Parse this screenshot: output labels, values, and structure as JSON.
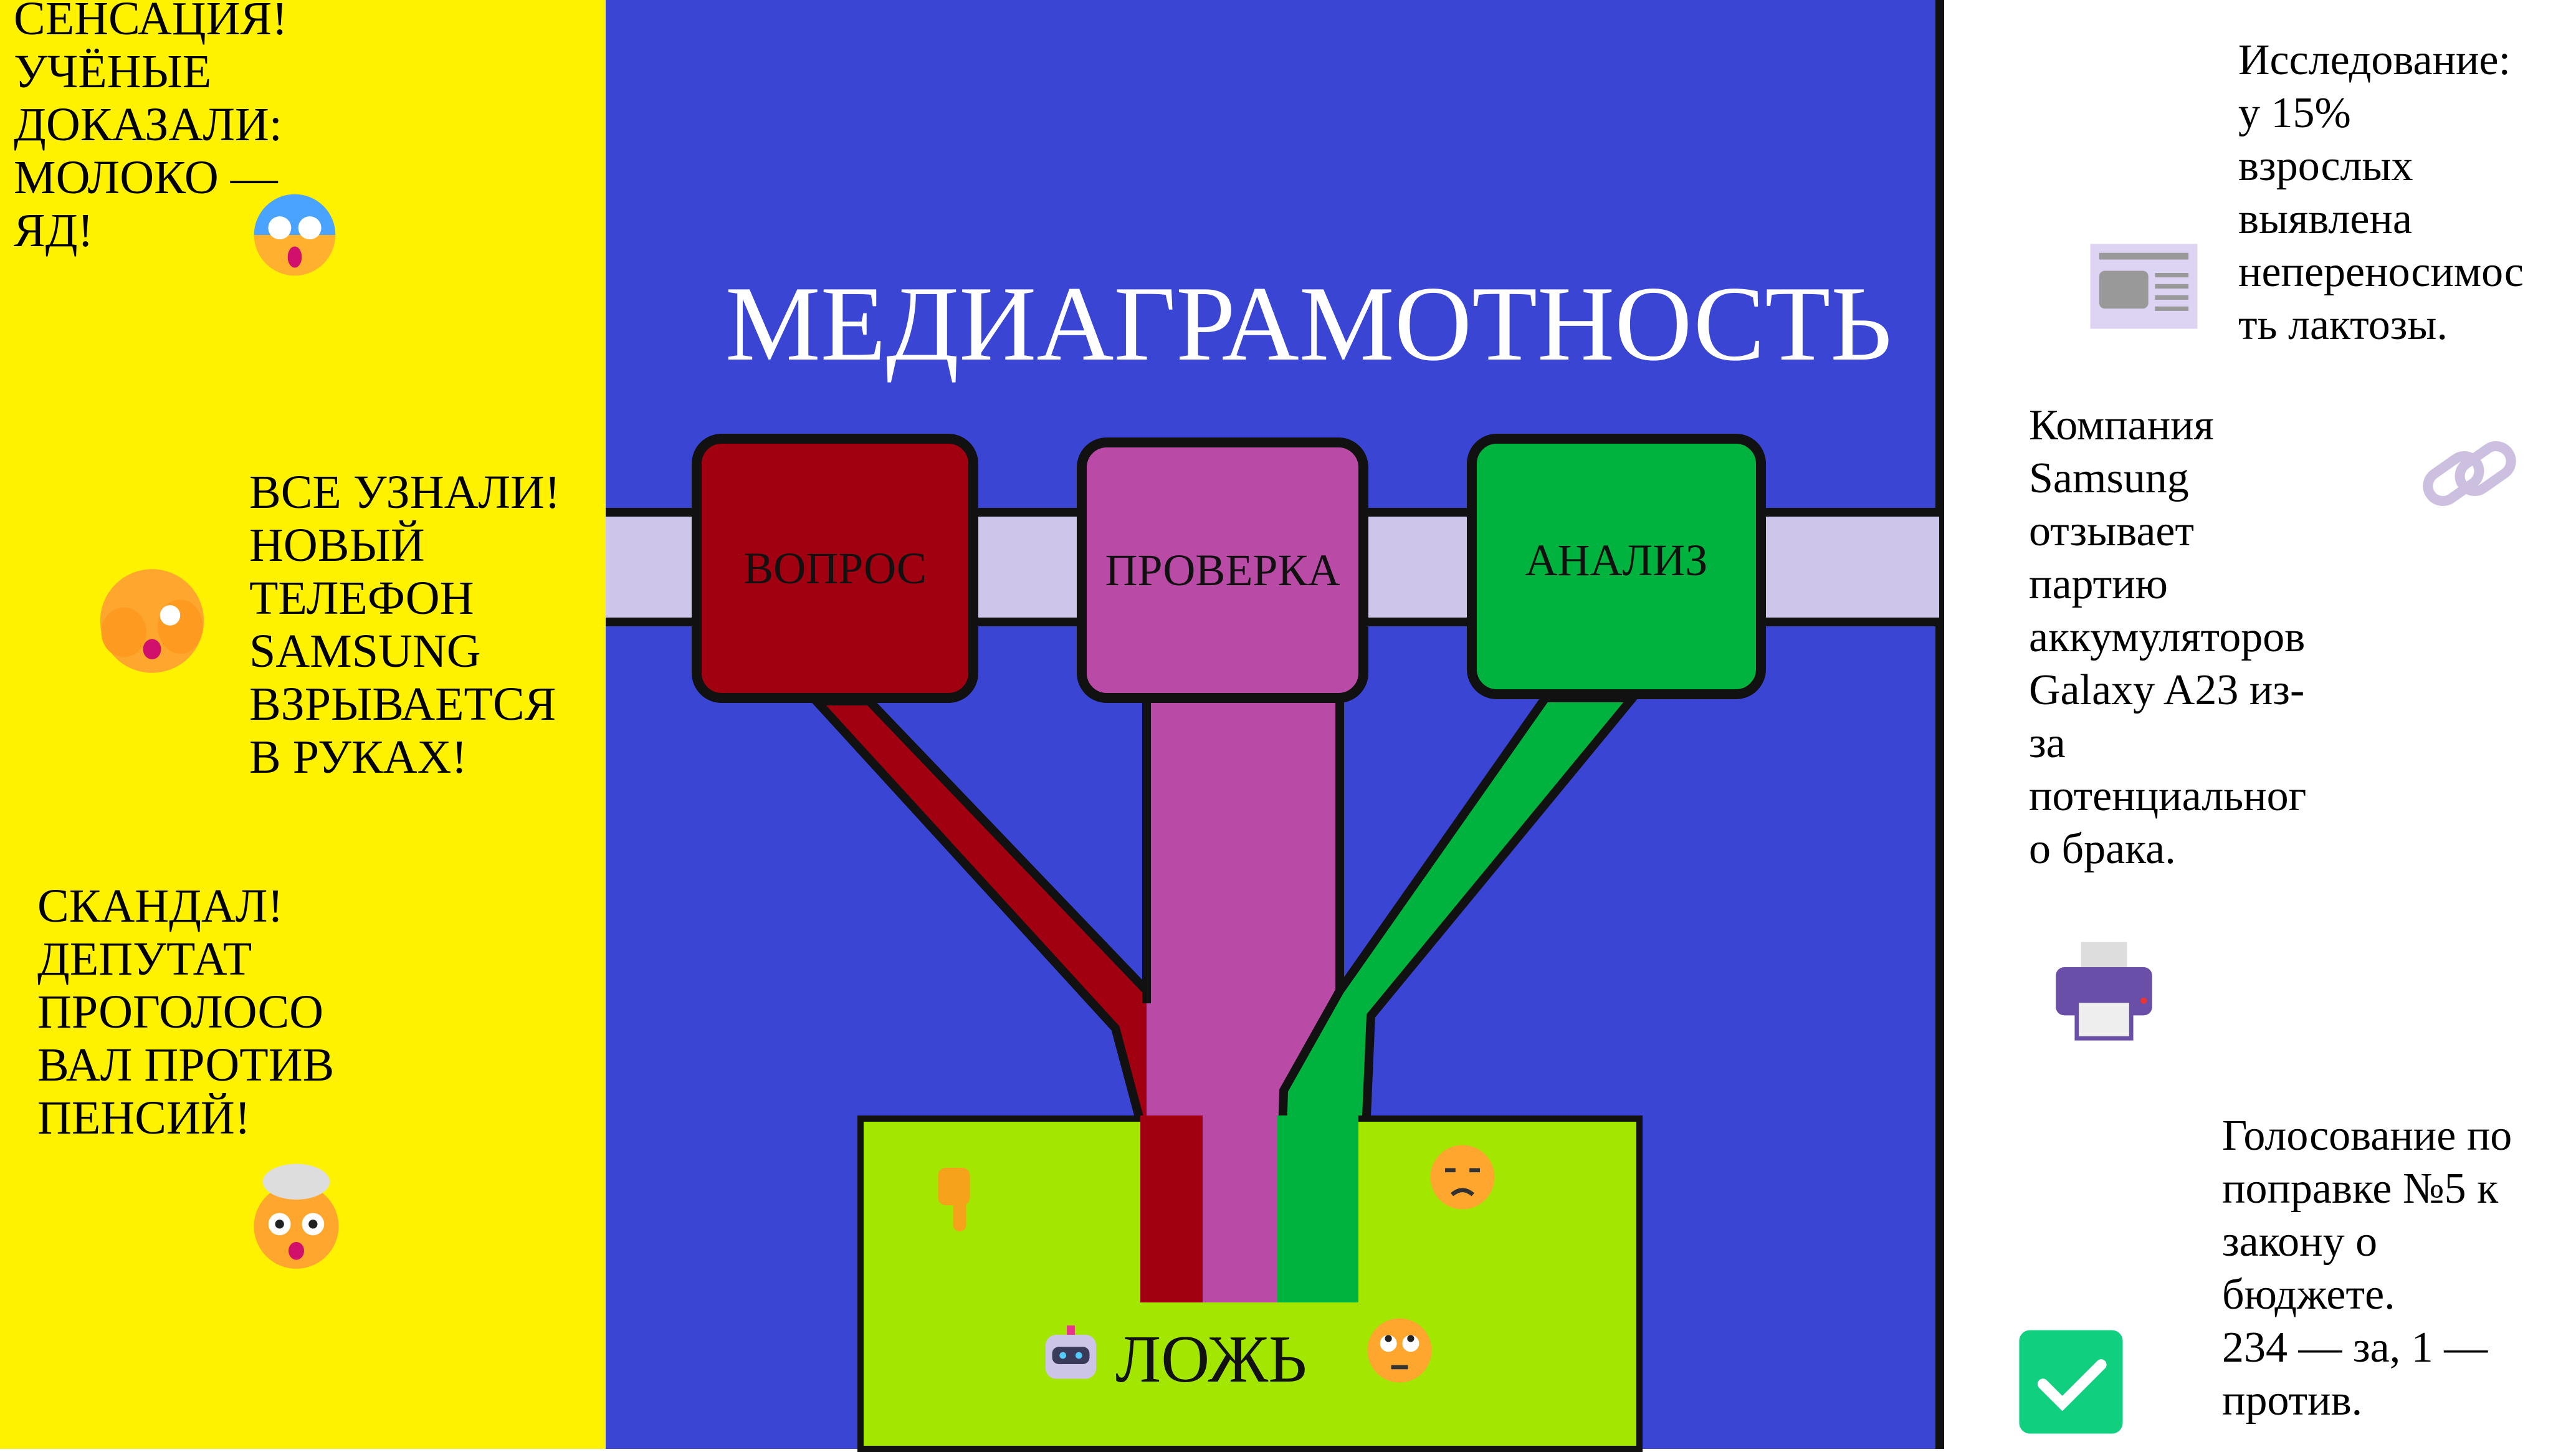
{
  "title": "МЕДИАГРАМОТНОСТЬ",
  "steps": [
    "ВОПРОС",
    "ПРОВЕРКА",
    "АНАЛИЗ"
  ],
  "result": "ЛОЖЬ",
  "fake_news": [
    "СЕНСАЦИЯ!\nУЧЁНЫЕ\nДОКАЗАЛИ:\nМОЛОКО —\nЯД!",
    "ВСЕ УЗНАЛИ!\nНОВЫЙ\nТЕЛЕФОН\nSAMSUNG\nВЗРЫВАЕТСЯ\nВ РУКАХ!",
    "СКАНДАЛ!\nДЕПУТАТ\nПРОГОЛОСО\nВАЛ ПРОТИВ\nПЕНСИЙ!"
  ],
  "true_news": [
    "Исследование:\nу 15%\nвзрослых\nвыявлена\nнепереносимос\nть лактозы.",
    "Компания\nSamsung\nотзывает\nпартию\nаккумуляторов\nGalaxy A23 из-\nза\nпотенциальног\nо брака.",
    "Голосование по\nпоправке №5 к\nзакону о\nбюджете.\n234 — за, 1 —\nпротив."
  ],
  "colors": {
    "yellow": "#fff200",
    "blue": "#3a45d3",
    "question": "#a00010",
    "check": "#b94aa5",
    "analysis": "#00b33f",
    "lime": "#a3e600",
    "bar": "#cdc5ea"
  }
}
